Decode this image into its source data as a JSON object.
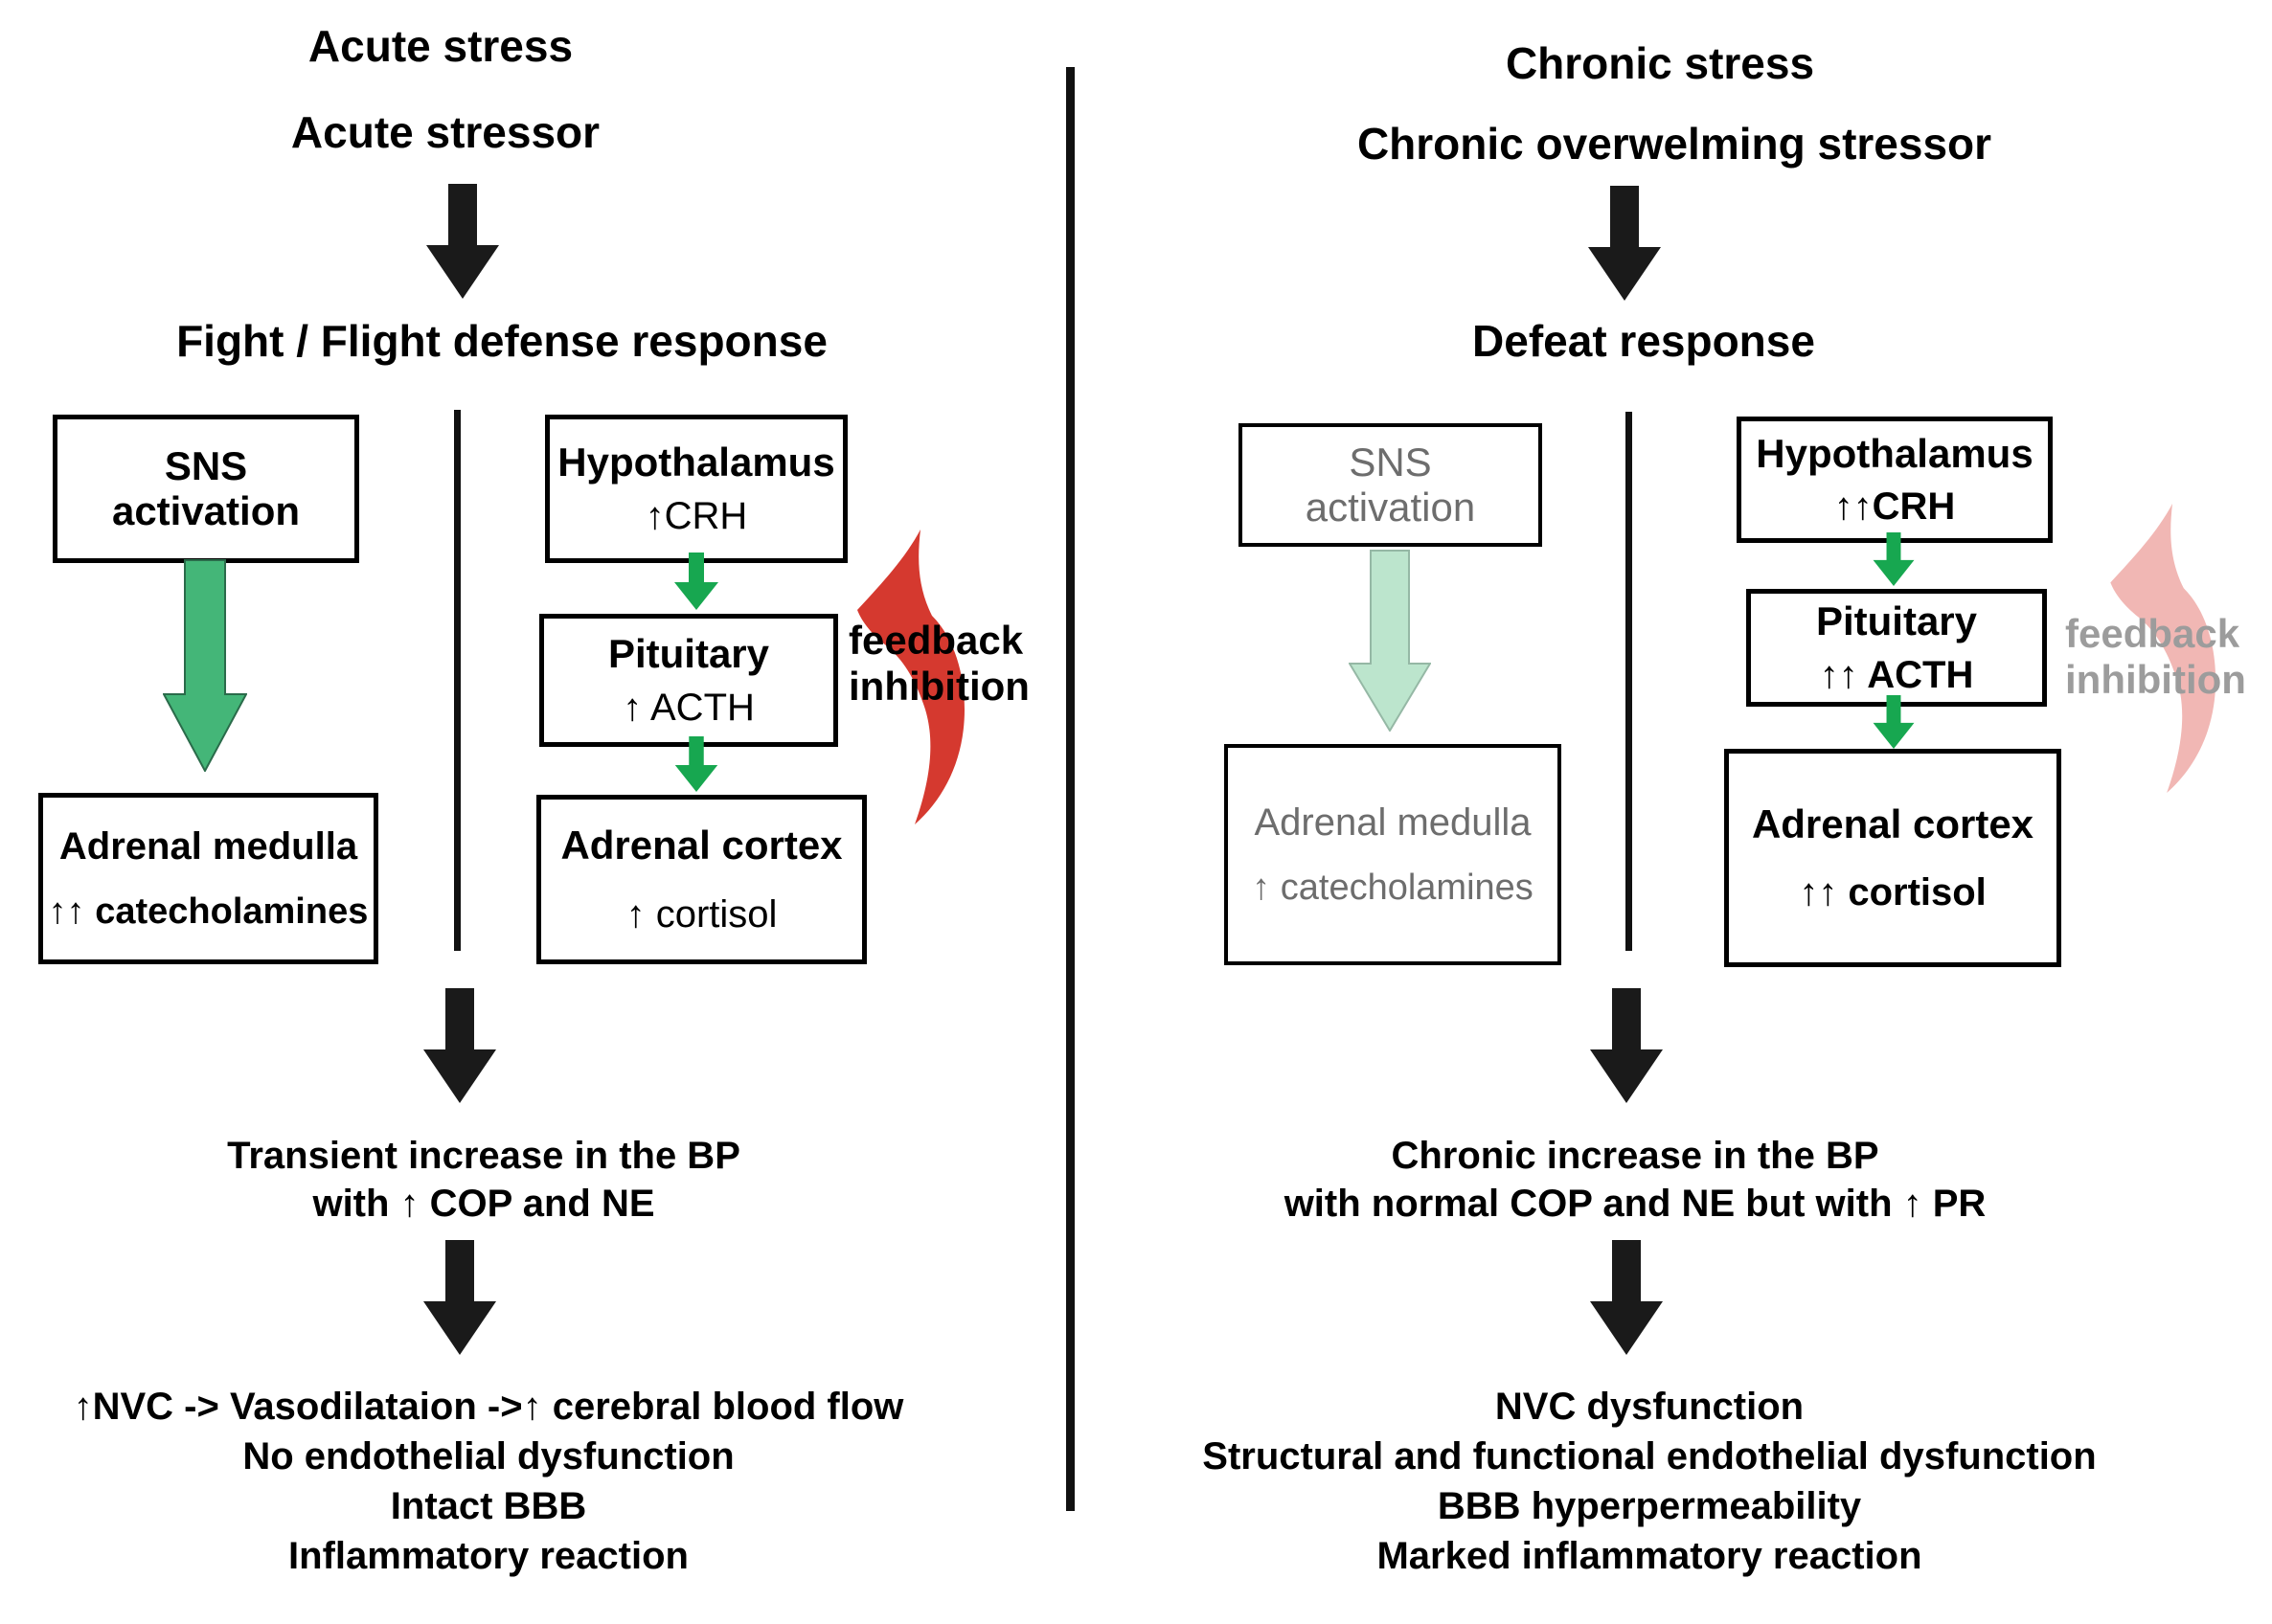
{
  "colors": {
    "black_arrow": "#1a1a1a",
    "green_arrow": "#17a750",
    "big_green_fill": "#44b678",
    "big_green_stroke": "#2a6b4a",
    "pale_green_fill": "#bce5cd",
    "pale_green_stroke": "#95b8a5",
    "red_arrow": "#d5392f",
    "pink_arrow": "#f1b7b4",
    "gray_text": "#6d6d6d",
    "gray_label": "#9c9c9c"
  },
  "left": {
    "title": "Acute stress",
    "stressor": "Acute stressor",
    "response": "Fight / Flight defense response",
    "sns": {
      "line1": "SNS",
      "line2": "activation"
    },
    "hypothalamus": {
      "line1": "Hypothalamus",
      "line2": "↑CRH"
    },
    "pituitary": {
      "line1": "Pituitary",
      "line2": "↑ ACTH"
    },
    "adrenal_medulla": {
      "line1": "Adrenal medulla",
      "line2": "↑↑ catecholamines"
    },
    "adrenal_cortex": {
      "line1": "Adrenal cortex",
      "line2": "↑ cortisol"
    },
    "feedback": {
      "line1": "feedback",
      "line2": "inhibition"
    },
    "bp": {
      "line1": "Transient increase in the BP",
      "line2": "with ↑ COP and NE"
    },
    "outcomes": [
      "↑NVC -> Vasodilataion ->↑ cerebral blood flow",
      "No endothelial dysfunction",
      "Intact BBB",
      "Inflammatory reaction"
    ]
  },
  "right": {
    "title": "Chronic stress",
    "stressor": "Chronic overwelming stressor",
    "response": "Defeat response",
    "sns": {
      "line1": "SNS",
      "line2": "activation"
    },
    "hypothalamus": {
      "line1": "Hypothalamus",
      "line2": "↑↑CRH"
    },
    "pituitary": {
      "line1": "Pituitary",
      "line2": "↑↑ ACTH"
    },
    "adrenal_medulla": {
      "line1": "Adrenal medulla",
      "line2": "↑ catecholamines"
    },
    "adrenal_cortex": {
      "line1": "Adrenal cortex",
      "line2": "↑↑ cortisol"
    },
    "feedback": {
      "line1": "feedback",
      "line2": "inhibition"
    },
    "bp": {
      "line1": "Chronic increase in the BP",
      "line2": "with normal COP and NE but with ↑ PR"
    },
    "outcomes": [
      "NVC dysfunction",
      "Structural and functional endothelial dysfunction",
      "BBB hyperpermeability",
      "Marked inflammatory reaction"
    ]
  }
}
